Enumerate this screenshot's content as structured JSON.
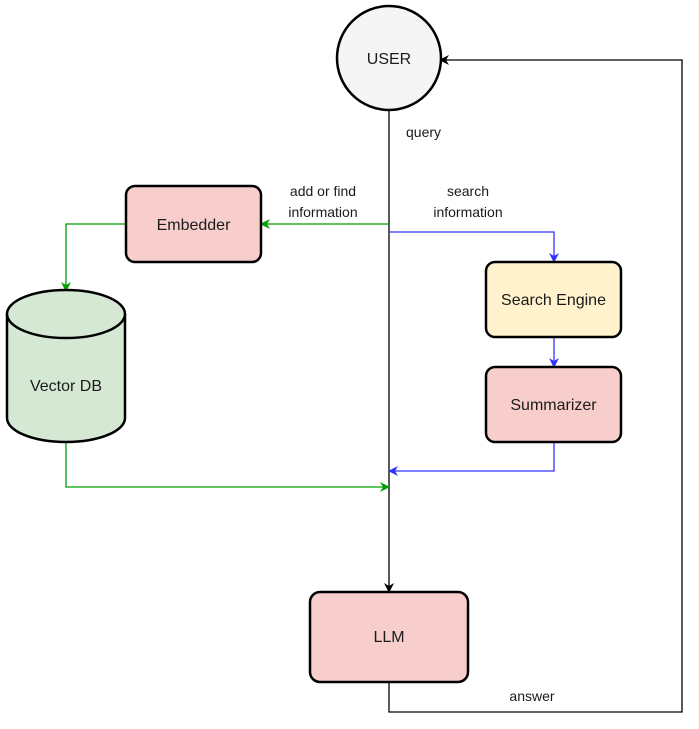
{
  "nodes": {
    "user": {
      "label": "USER",
      "fill": "#f5f5f5",
      "shape": "circle"
    },
    "embedder": {
      "label": "Embedder",
      "fill": "#f8cecc",
      "shape": "rounded-rect"
    },
    "vector_db": {
      "label": "Vector DB",
      "fill": "#d5e8d4",
      "shape": "cylinder"
    },
    "search_engine": {
      "label": "Search Engine",
      "fill": "#fff2cc",
      "shape": "rounded-rect"
    },
    "summarizer": {
      "label": "Summarizer",
      "fill": "#f8cecc",
      "shape": "rounded-rect"
    },
    "llm": {
      "label": "LLM",
      "fill": "#f8cecc",
      "shape": "rounded-rect"
    }
  },
  "edge_labels": {
    "query": "query",
    "add_or_find_line1": "add or find",
    "add_or_find_line2": "information",
    "search_line1": "search",
    "search_line2": "information",
    "answer": "answer"
  },
  "colors": {
    "black_connector": "#000000",
    "green_connector": "#00a000",
    "blue_connector": "#3333ff",
    "node_stroke": "#000000"
  }
}
